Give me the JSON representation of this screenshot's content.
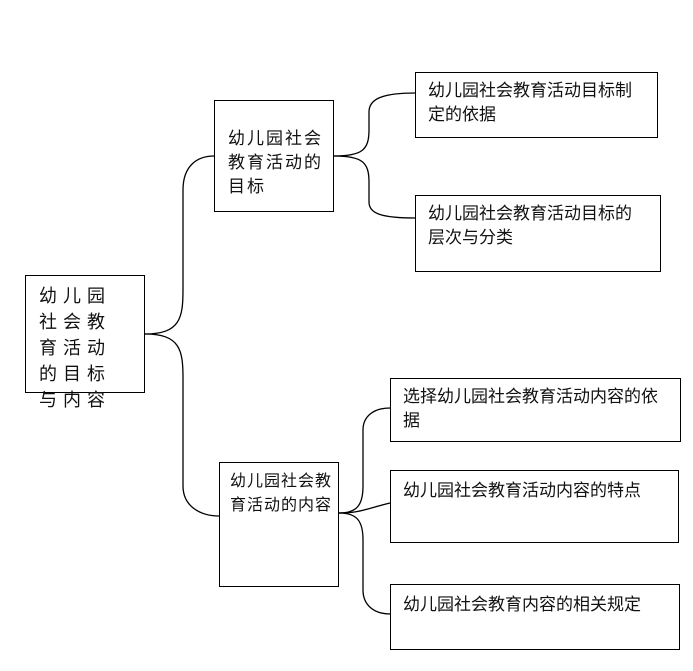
{
  "nodes": {
    "root": "幼儿园社会教育活动的目标与内容",
    "goal": "幼儿园社会教育活动的目标",
    "goal_basis": "幼儿园社会教育活动目标制定的依据",
    "goal_levels": "幼儿园社会教育活动目标的层次与分类",
    "content": "幼儿园社会教育活动的内容",
    "content_basis": "选择幼儿园社会教育活动内容的依据",
    "content_features": "幼儿园社会教育活动内容的特点",
    "content_rules": "幼儿园社会教育内容的相关规定"
  }
}
